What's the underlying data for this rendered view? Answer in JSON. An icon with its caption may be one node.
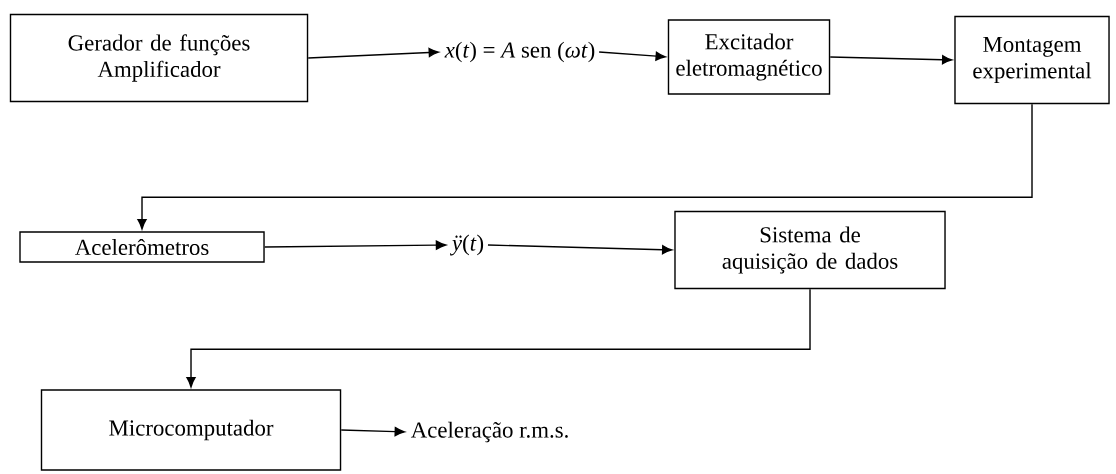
{
  "diagram": {
    "nodes": [
      {
        "text": [
          "Gerador de funções Amplificador"
        ]
      },
      {
        "text": [
          "*x*(*t*) = *A* sen (*ωt*)"
        ]
      },
      {
        "text": [
          "Excitador eletromagnético"
        ]
      },
      {
        "text": [
          "Montagem experimental"
        ]
      },
      {
        "text": [
          "Acelerômetros"
        ]
      },
      {
        "text": [
          "*ÿ*(*t*)"
        ]
      },
      {
        "text": [
          "Sistema de aquisição de dados"
        ]
      },
      {
        "text": [
          "Microcomputador"
        ]
      },
      {
        "text": [
          "Aceleração r.m.s."
        ]
      }
    ],
    "edges": [
      {
        "from": 0,
        "to": 1,
        "arrow": "to"
      },
      {
        "from": 1,
        "to": 2,
        "arrow": "to"
      },
      {
        "from": 2,
        "to": 3,
        "arrow": "to"
      },
      {
        "from": 3,
        "to": 4,
        "arrow": "to"
      },
      {
        "from": 4,
        "to": 5,
        "arrow": "to"
      },
      {
        "from": 5,
        "to": 6,
        "arrow": "to"
      },
      {
        "from": 6,
        "to": 7,
        "arrow": "to"
      },
      {
        "from": 7,
        "to": 8,
        "arrow": "to"
      }
    ]
  }
}
